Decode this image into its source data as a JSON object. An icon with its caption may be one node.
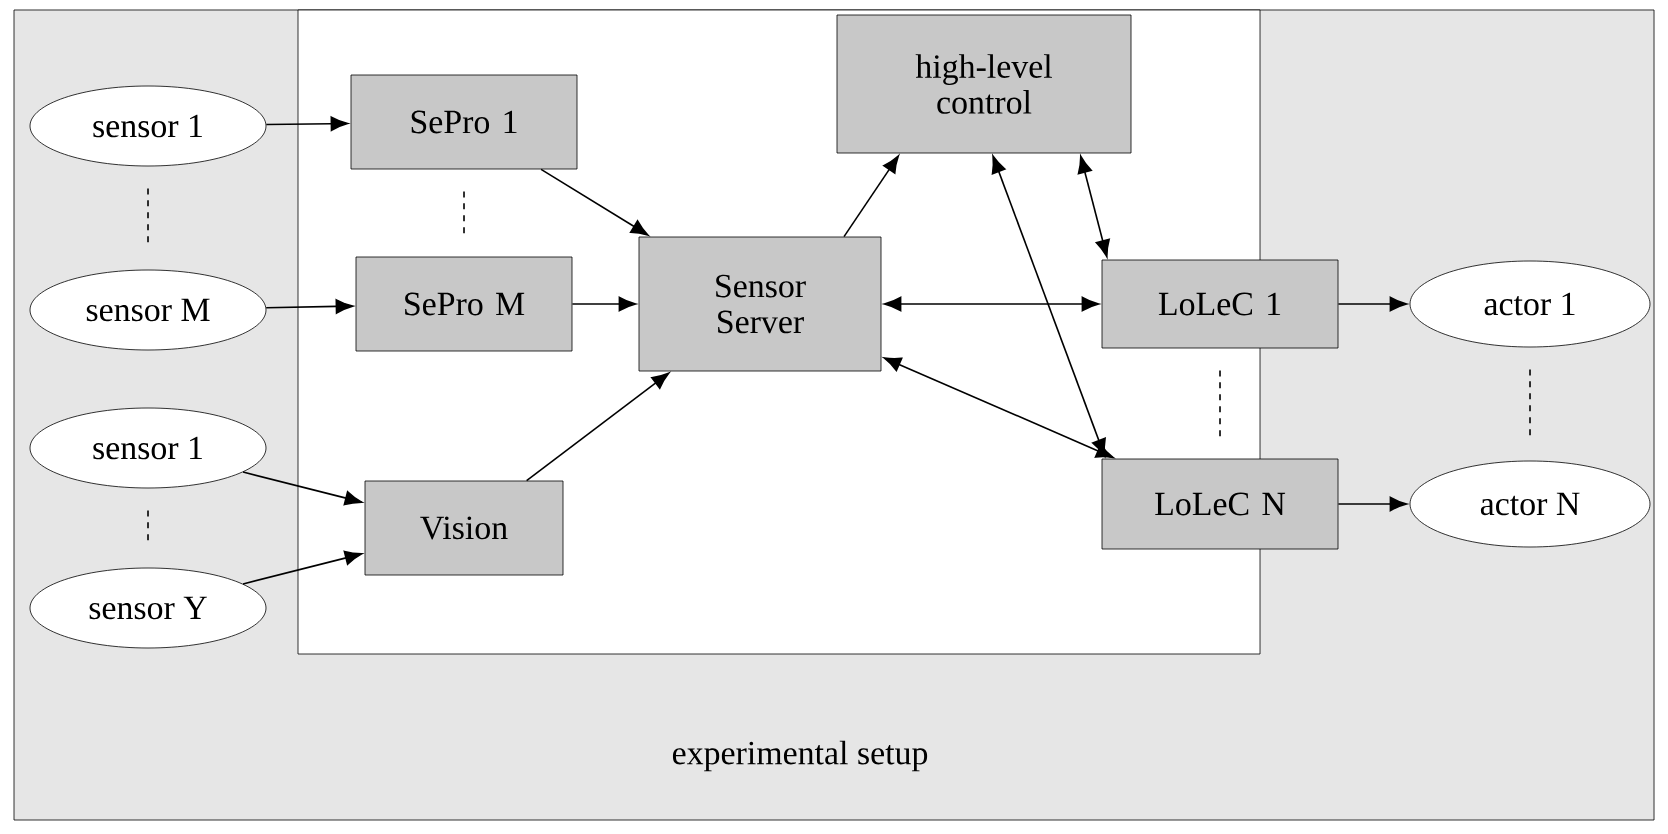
{
  "diagram": {
    "nodes": [
      {
        "text": [
          "experimental setup"
        ]
      },
      {
        "text": [],
        "shape": "box",
        "in": 0
      },
      {
        "text": [
          "sensor 1"
        ],
        "in": 0
      },
      {
        "text": [
          "sensor M"
        ],
        "in": 0
      },
      {
        "text": [
          "sensor 1"
        ],
        "in": 0
      },
      {
        "text": [
          "sensor Y"
        ],
        "in": 0
      },
      {
        "text": [
          "SePro 1"
        ],
        "in": 1
      },
      {
        "text": [
          "SePro M"
        ],
        "in": 1
      },
      {
        "text": [
          "Vision"
        ],
        "in": 1
      },
      {
        "text": [
          "Sensor Server"
        ],
        "in": 1
      },
      {
        "text": [
          "high-level control"
        ],
        "in": 1
      },
      {
        "text": [
          "LoLeC 1"
        ],
        "in": 1
      },
      {
        "text": [
          "LoLeC N"
        ],
        "in": 1
      },
      {
        "text": [
          "actor 1"
        ],
        "in": 0
      },
      {
        "text": [
          "actor N"
        ],
        "in": 0
      }
    ],
    "edges": [
      {
        "from": 2,
        "to": 6,
        "arrow": "to"
      },
      {
        "from": 3,
        "to": 7,
        "arrow": "to"
      },
      {
        "from": 4,
        "to": 8,
        "arrow": "to"
      },
      {
        "from": 5,
        "to": 8,
        "arrow": "to"
      },
      {
        "from": 6,
        "to": 9,
        "arrow": "to"
      },
      {
        "from": 7,
        "to": 9,
        "arrow": "to"
      },
      {
        "from": 8,
        "to": 9,
        "arrow": "to"
      },
      {
        "from": 9,
        "to": 10,
        "arrow": "to"
      },
      {
        "from": 9,
        "to": 11,
        "arrow": "both"
      },
      {
        "from": 9,
        "to": 12,
        "arrow": "both"
      },
      {
        "from": 10,
        "to": 11,
        "arrow": "both"
      },
      {
        "from": 10,
        "to": 12,
        "arrow": "both"
      },
      {
        "from": 11,
        "to": 13,
        "arrow": "to"
      },
      {
        "from": 12,
        "to": 14,
        "arrow": "to"
      },
      {
        "from": 2,
        "to": 3,
        "arrow": "none",
        "style": "dashed"
      },
      {
        "from": 4,
        "to": 5,
        "arrow": "none",
        "style": "dashed"
      },
      {
        "from": 6,
        "to": 7,
        "arrow": "none",
        "style": "dashed"
      },
      {
        "from": 11,
        "to": 12,
        "arrow": "none",
        "style": "dashed"
      },
      {
        "from": 13,
        "to": 14,
        "arrow": "none",
        "style": "dashed"
      }
    ]
  }
}
